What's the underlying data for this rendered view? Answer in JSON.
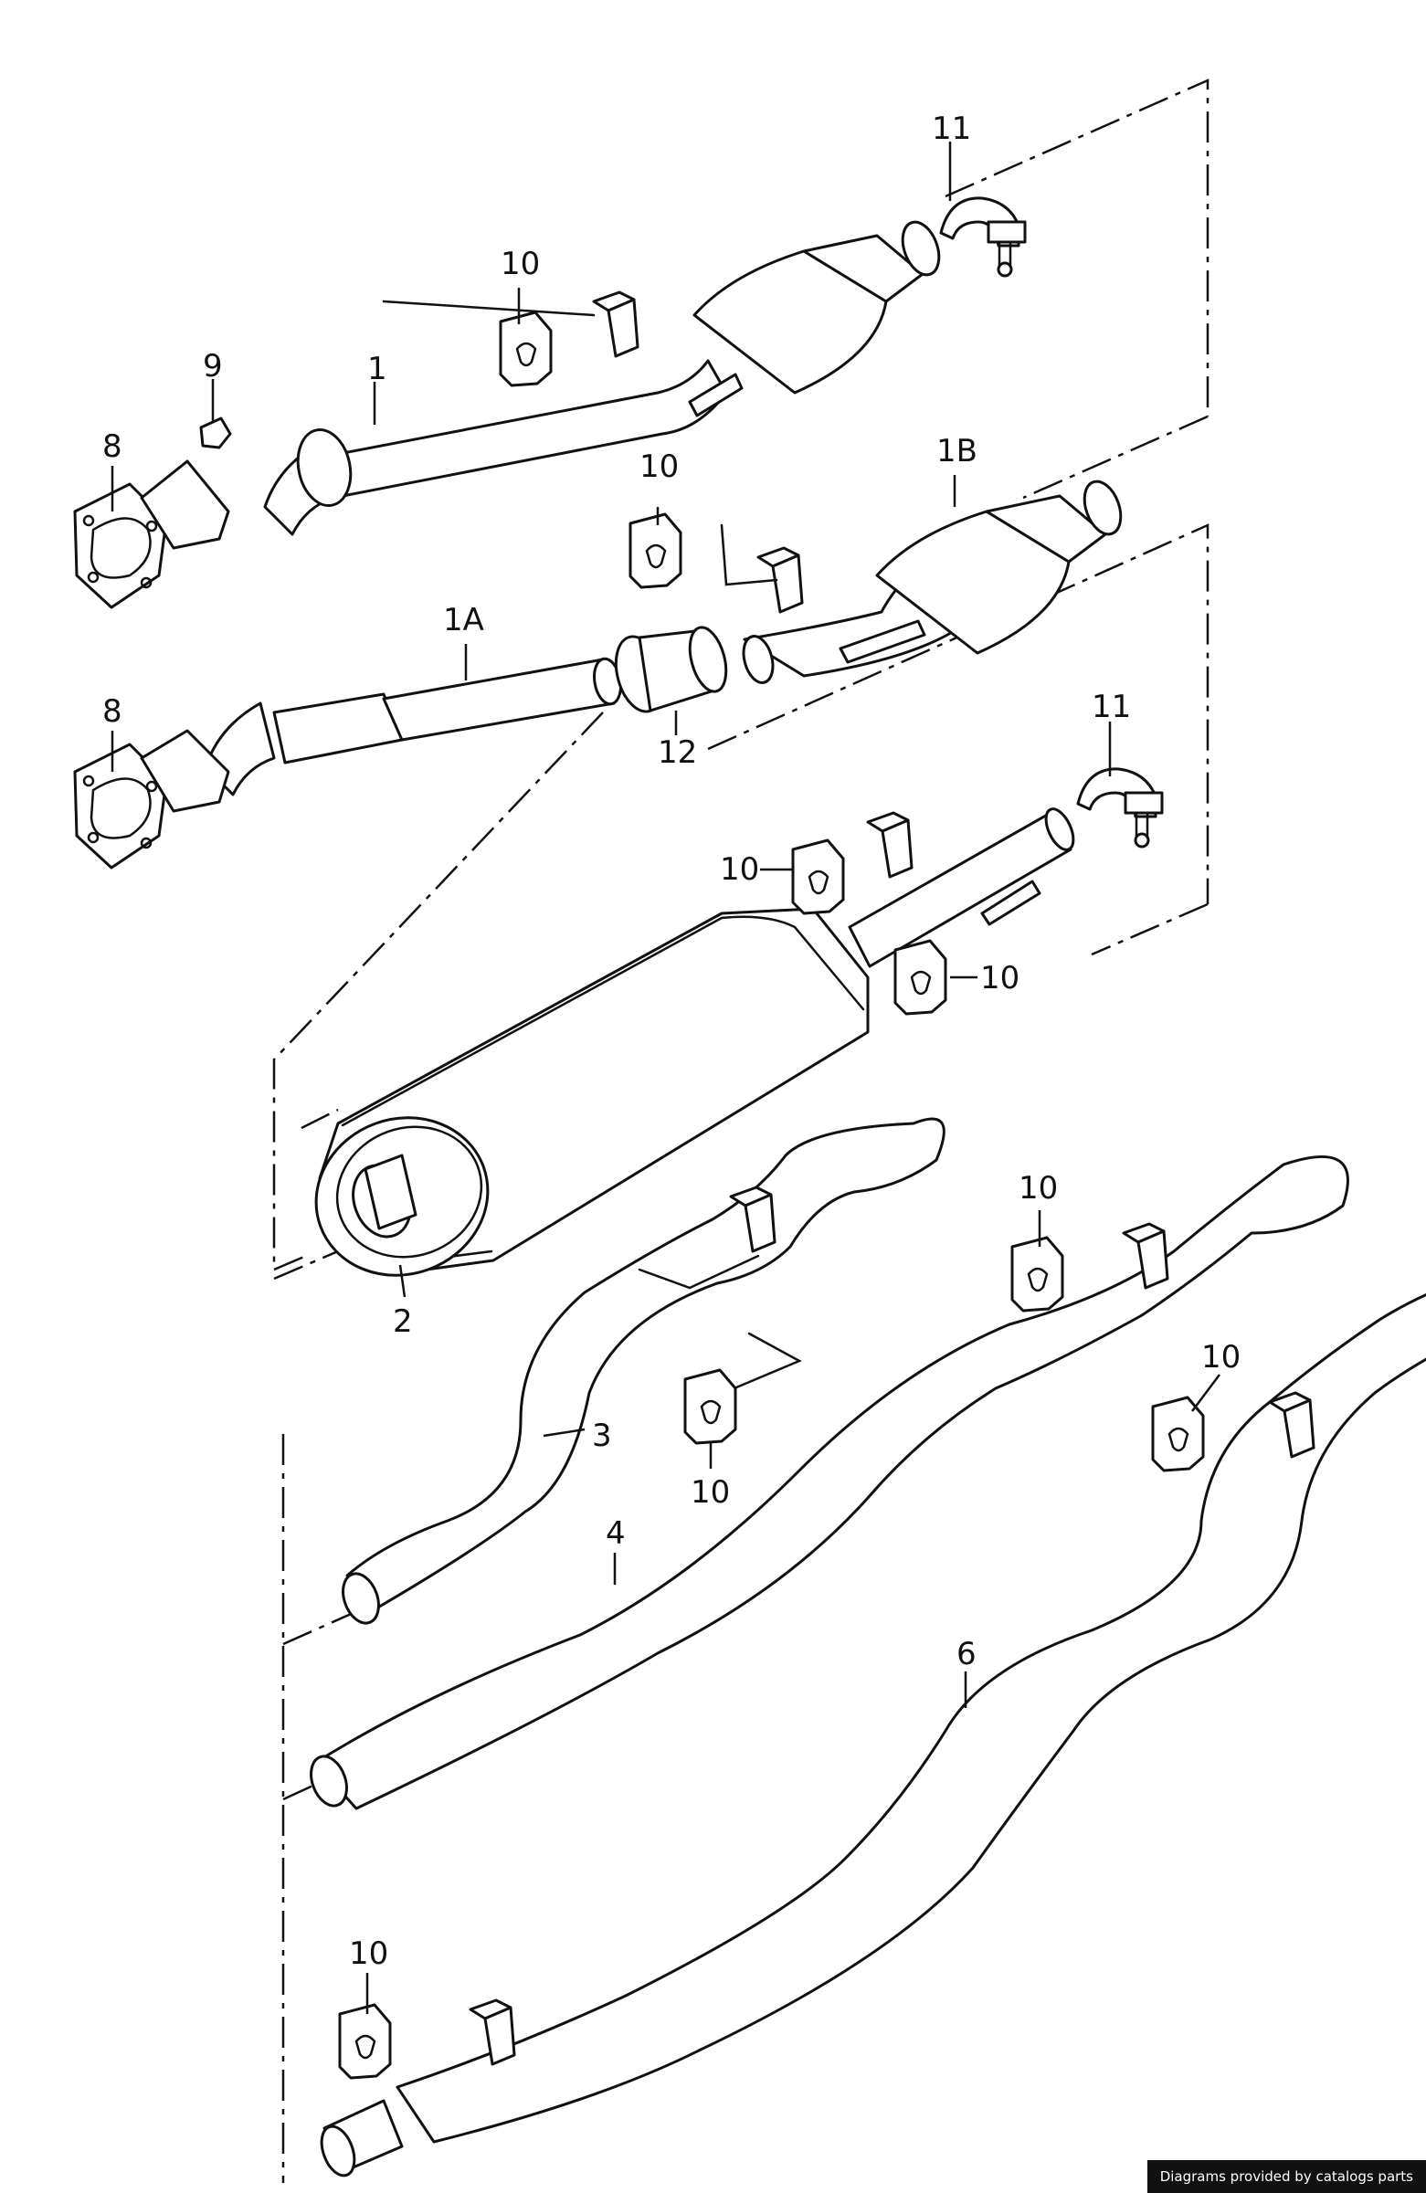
{
  "diagram": {
    "callouts": {
      "c11_top": "11",
      "c10_a": "10",
      "c9": "9",
      "c1": "1",
      "c8_top": "8",
      "c10_b": "10",
      "c1b": "1B",
      "c1a": "1A",
      "c8_bottom": "8",
      "c12": "12",
      "c11_mid": "11",
      "c10_c": "10",
      "c10_d": "10",
      "c2": "2",
      "c10_e": "10",
      "c10_f": "10",
      "c3": "3",
      "c10_g": "10",
      "c4": "4",
      "c6": "6",
      "c10_h": "10"
    }
  },
  "footer": {
    "credit": "Diagrams provided by catalogs parts"
  }
}
